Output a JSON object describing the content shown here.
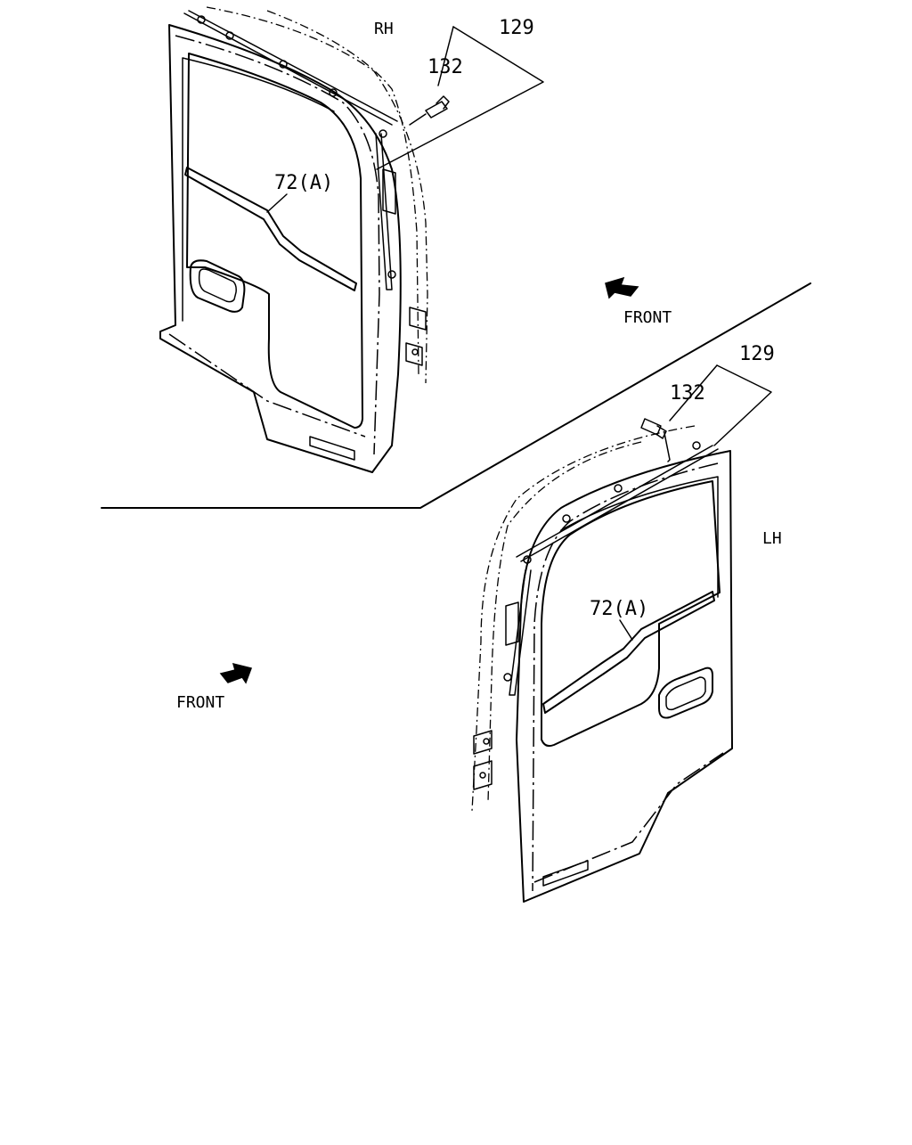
{
  "labels": {
    "rh": "RH",
    "lh": "LH",
    "rh_part_129": "129",
    "rh_part_132": "132",
    "rh_part_72a": "72(A)",
    "lh_part_129": "129",
    "lh_part_132": "132",
    "lh_part_72a": "72(A)",
    "front_right": "FRONT",
    "front_left": "FRONT"
  }
}
